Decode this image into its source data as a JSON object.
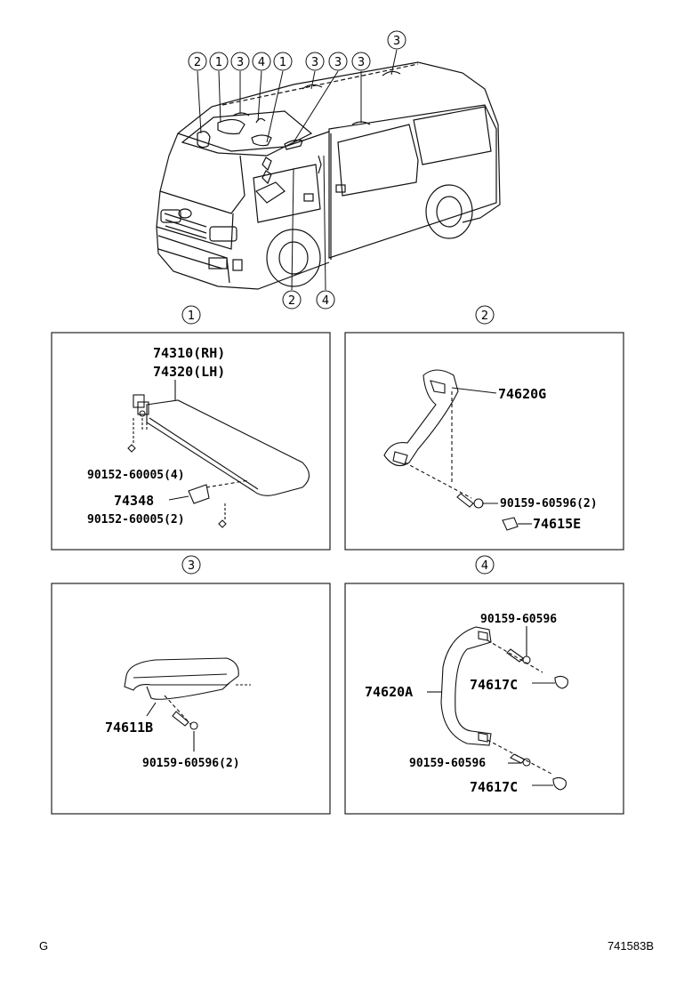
{
  "van_callouts": {
    "top_row": [
      "2",
      "1",
      "3",
      "4",
      "1",
      "3",
      "3",
      "3"
    ],
    "far_top": "3",
    "bottom_left": "2",
    "bottom_right": "4"
  },
  "panels": [
    {
      "number": "1",
      "parts": {
        "rh": "74310(RH)",
        "lh": "74320(LH)",
        "screw_a": "90152-60005(4)",
        "bracket": "74348",
        "screw_b": "90152-60005(2)"
      }
    },
    {
      "number": "2",
      "parts": {
        "grip": "74620G",
        "screw": "90159-60596(2)",
        "cap": "74615E"
      }
    },
    {
      "number": "3",
      "parts": {
        "grip": "74611B",
        "screw": "90159-60596(2)"
      }
    },
    {
      "number": "4",
      "parts": {
        "screw_top": "90159-60596",
        "grip": "74620A",
        "cap_top": "74617C",
        "screw_bottom": "90159-60596",
        "cap_bottom": "74617C"
      }
    }
  ],
  "footer": {
    "left": "G",
    "right": "741583B"
  },
  "colors": {
    "line": "#111111",
    "panel_border": "#222222",
    "background": "#ffffff"
  }
}
